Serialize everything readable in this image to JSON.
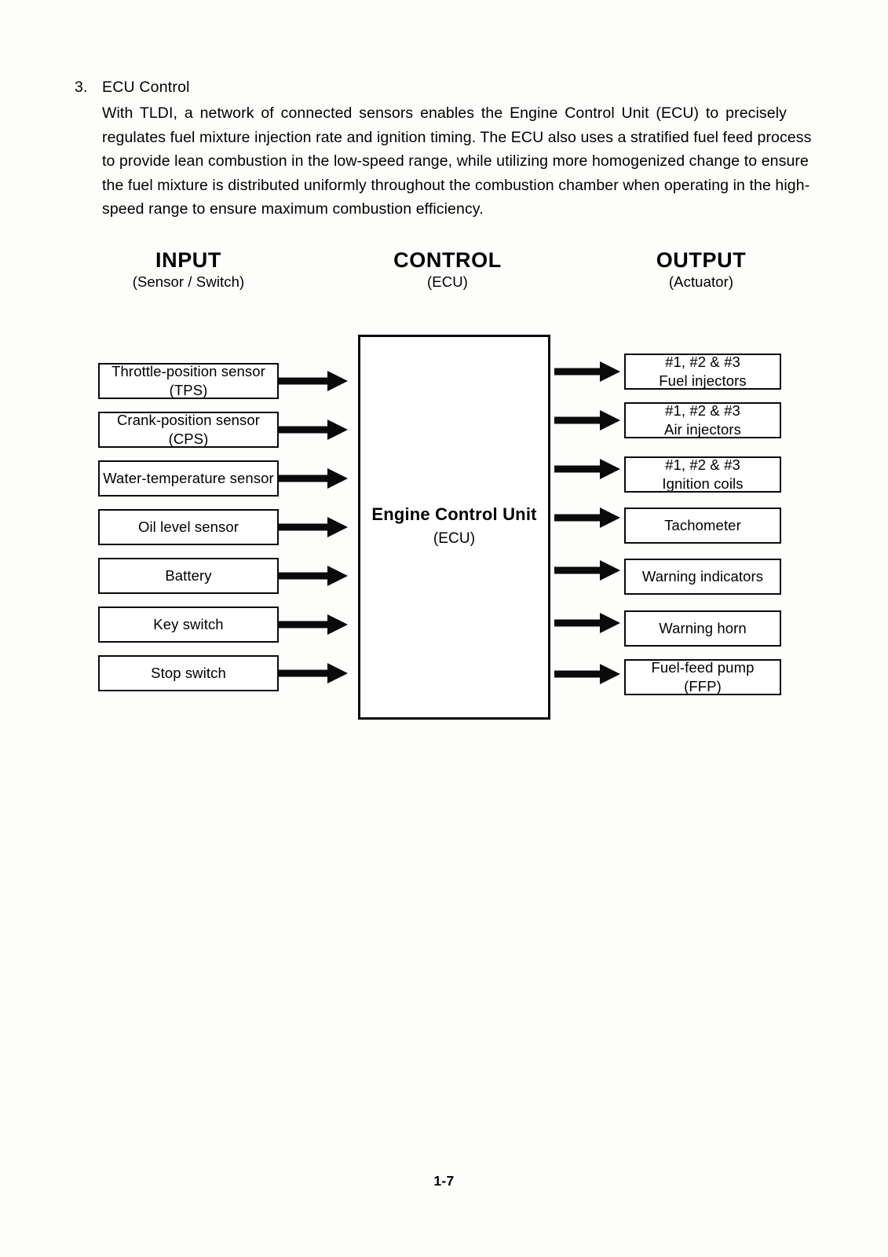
{
  "section": {
    "number": "3.",
    "title": "ECU Control",
    "paragraph_lines": [
      "With TLDI, a network of connected sensors enables the Engine Control Unit (ECU) to precisely",
      "regulates fuel mixture injection rate and ignition timing. The ECU also uses a stratified fuel feed process",
      "to provide lean combustion in the low-speed range, while utilizing more homogenized change to ensure",
      "the fuel mixture is distributed uniformly throughout the combustion chamber when operating in the high-",
      "speed range to ensure maximum combustion efficiency."
    ]
  },
  "diagram": {
    "columns": [
      {
        "title": "INPUT",
        "subtitle": "(Sensor / Switch)"
      },
      {
        "title": "CONTROL",
        "subtitle": "(ECU)"
      },
      {
        "title": "OUTPUT",
        "subtitle": "(Actuator)"
      }
    ],
    "control_box": {
      "title": "Engine Control Unit",
      "subtitle": "(ECU)"
    },
    "inputs": [
      {
        "line1": "Throttle-position sensor",
        "line2": "(TPS)"
      },
      {
        "line1": "Crank-position sensor",
        "line2": "(CPS)"
      },
      {
        "line1": "Water-temperature sensor",
        "line2": ""
      },
      {
        "line1": "Oil level sensor",
        "line2": ""
      },
      {
        "line1": "Battery",
        "line2": ""
      },
      {
        "line1": "Key switch",
        "line2": ""
      },
      {
        "line1": "Stop switch",
        "line2": ""
      }
    ],
    "outputs": [
      {
        "line1": "#1, #2 & #3",
        "line2": "Fuel injectors"
      },
      {
        "line1": "#1, #2 & #3",
        "line2": "Air injectors"
      },
      {
        "line1": "#1, #2 & #3",
        "line2": "Ignition coils"
      },
      {
        "line1": "Tachometer",
        "line2": ""
      },
      {
        "line1": "Warning indicators",
        "line2": ""
      },
      {
        "line1": "Warning horn",
        "line2": ""
      },
      {
        "line1": "Fuel-feed pump",
        "line2": "(FFP)"
      }
    ],
    "arrow_color": "#0a0a0a"
  },
  "footer": {
    "page_number": "1-7"
  }
}
